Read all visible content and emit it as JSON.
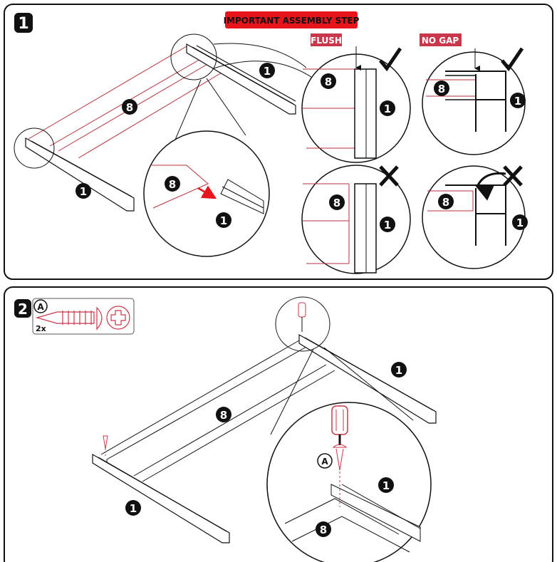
{
  "step1": {
    "number": "1",
    "banner": "IMPORTANT ASSEMBLY STEP",
    "flush_label": "FLUSH",
    "no_gap_label": "NO GAP",
    "parts": {
      "rail": "1",
      "board": "8"
    }
  },
  "step2": {
    "number": "2",
    "hardware": {
      "id": "A",
      "quantity": "2x",
      "icon": "screw-icon"
    },
    "parts": {
      "rail": "1",
      "board": "8",
      "screw": "A"
    }
  },
  "colors": {
    "accent": "#e8141b",
    "label_bg": "#c8374a",
    "line_red": "#b5323c",
    "ink": "#111111"
  }
}
